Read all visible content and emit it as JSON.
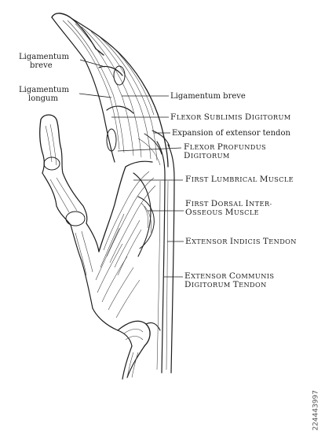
{
  "labels": {
    "ligamentum_breve_left": "Ligamentum\nbreve",
    "ligamentum_longum": "Ligamentum\nlongum",
    "ligamentum_breve_right": "Ligamentum breve",
    "flexor_sublimis": "Flexor sublimis digitorum",
    "expansion_extensor": "Expansion of extensor tendon",
    "flexor_profundus": "Flexor profundus\ndigitorum",
    "first_lumbrical": "First lumbrical muscle",
    "first_dorsal_interosseous": "First dorsal inter-\nosseous muscle",
    "extensor_indicis": "Extensor indicis tendon",
    "extensor_communis": "Extensor communis\ndigitorum tendon"
  },
  "watermark": "224443997"
}
